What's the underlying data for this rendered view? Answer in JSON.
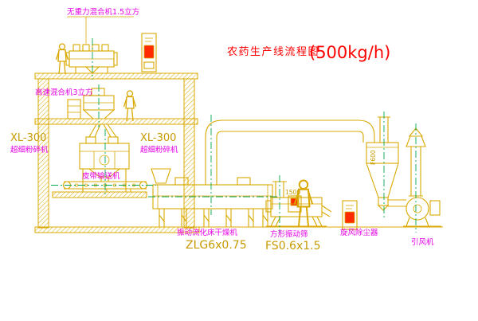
{
  "title": {
    "name": "农药生产线流程图",
    "capacity": "(500kg/h)"
  },
  "colors": {
    "background": "#ffffff",
    "line_yellow": "#d9a800",
    "centerline_green": "#00a651",
    "label_magenta": "#e800e8",
    "title_red": "#ff0000",
    "cabinet_red": "#ff2a00"
  },
  "labels": {
    "gravity_mixer": "无重力混合机1.5立方",
    "high_speed_mixer": "高速混合机3立方",
    "mill_left": {
      "model": "XL-300",
      "name": "超细粉碎机"
    },
    "mill_right": {
      "model": "XL-300",
      "name": "超细粉碎机"
    },
    "belt_conveyor": "皮带输送机",
    "dryer": {
      "name": "振动流化床干燥机",
      "model": "ZLG6x0.75"
    },
    "screen": {
      "name": "方形振动筛",
      "model": "FS0.6x1.5"
    },
    "cyclone": {
      "name": "旋风除尘器",
      "dimension": "F600"
    },
    "fan": "引风机",
    "screen_dimension": "1500"
  }
}
